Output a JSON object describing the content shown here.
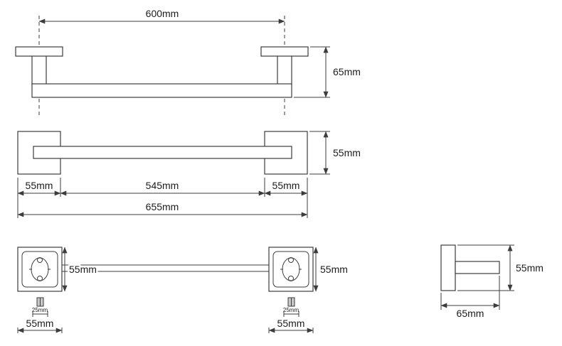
{
  "drawing": {
    "background": "#ffffff",
    "line_color": "#3c3c3c"
  },
  "views": {
    "top": {
      "dim_width": "600mm",
      "dim_depth": "65mm"
    },
    "front": {
      "dim_height": "55mm",
      "dim_left_mount": "55mm",
      "dim_span": "545mm",
      "dim_right_mount": "55mm",
      "dim_total": "655mm"
    },
    "plates": {
      "left": {
        "dim_height": "55mm",
        "dim_screw": "25mm",
        "dim_width": "55mm"
      },
      "right": {
        "dim_height": "55mm",
        "dim_screw": "25mm",
        "dim_width": "55mm"
      }
    },
    "side": {
      "dim_height": "55mm",
      "dim_depth": "65mm"
    }
  }
}
